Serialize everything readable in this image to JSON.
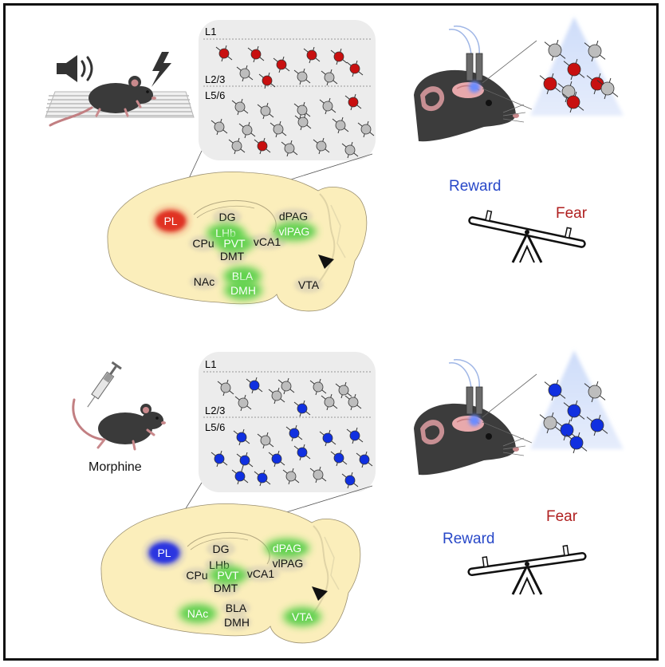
{
  "panels": [
    {
      "id": "fear",
      "layers": [
        "L1",
        "L2/3",
        "L5/6"
      ],
      "stimulus_label": "",
      "brain_regions": {
        "PL": {
          "text": "PL",
          "state": "red"
        },
        "DG": {
          "text": "DG",
          "state": "none"
        },
        "dPAG": {
          "text": "dPAG",
          "state": "none"
        },
        "LHb": {
          "text": "LHb",
          "state": "green"
        },
        "vlPAG": {
          "text": "vlPAG",
          "state": "green"
        },
        "CPu": {
          "text": "CPu",
          "state": "none"
        },
        "PVT": {
          "text": "PVT",
          "state": "green"
        },
        "vCA1": {
          "text": "vCA1",
          "state": "none"
        },
        "DMT": {
          "text": "DMT",
          "state": "none"
        },
        "NAc": {
          "text": "NAc",
          "state": "none"
        },
        "BLA": {
          "text": "BLA",
          "state": "green"
        },
        "DMH": {
          "text": "DMH",
          "state": "green"
        },
        "VTA": {
          "text": "VTA",
          "state": "none"
        }
      },
      "scale": {
        "reward": "Reward",
        "fear": "Fear",
        "tilt": "reward-down"
      }
    },
    {
      "id": "morphine",
      "layers": [
        "L1",
        "L2/3",
        "L5/6"
      ],
      "stimulus_label": "Morphine",
      "brain_regions": {
        "PL": {
          "text": "PL",
          "state": "blue"
        },
        "DG": {
          "text": "DG",
          "state": "none"
        },
        "dPAG": {
          "text": "dPAG",
          "state": "green"
        },
        "LHb": {
          "text": "LHb",
          "state": "none"
        },
        "vlPAG": {
          "text": "vlPAG",
          "state": "none"
        },
        "CPu": {
          "text": "CPu",
          "state": "none"
        },
        "PVT": {
          "text": "PVT",
          "state": "green"
        },
        "vCA1": {
          "text": "vCA1",
          "state": "none"
        },
        "DMT": {
          "text": "DMT",
          "state": "none"
        },
        "NAc": {
          "text": "NAc",
          "state": "green"
        },
        "BLA": {
          "text": "BLA",
          "state": "none"
        },
        "DMH": {
          "text": "DMH",
          "state": "none"
        },
        "VTA": {
          "text": "VTA",
          "state": "green"
        }
      },
      "scale": {
        "reward": "Reward",
        "fear": "Fear",
        "tilt": "fear-down"
      }
    }
  ],
  "colors": {
    "red_neuron": "#c81010",
    "blue_neuron": "#1030e0",
    "grey_neuron": "#bdbdbd",
    "green_glow": "#5bd34a",
    "brain_fill": "#fbeebb",
    "reward_text": "#2848c8",
    "fear_text": "#b02020"
  },
  "icons": {
    "speaker": "speaker-icon",
    "shock": "lightning-icon",
    "syringe": "syringe-icon",
    "mouse": "mouse-icon"
  }
}
